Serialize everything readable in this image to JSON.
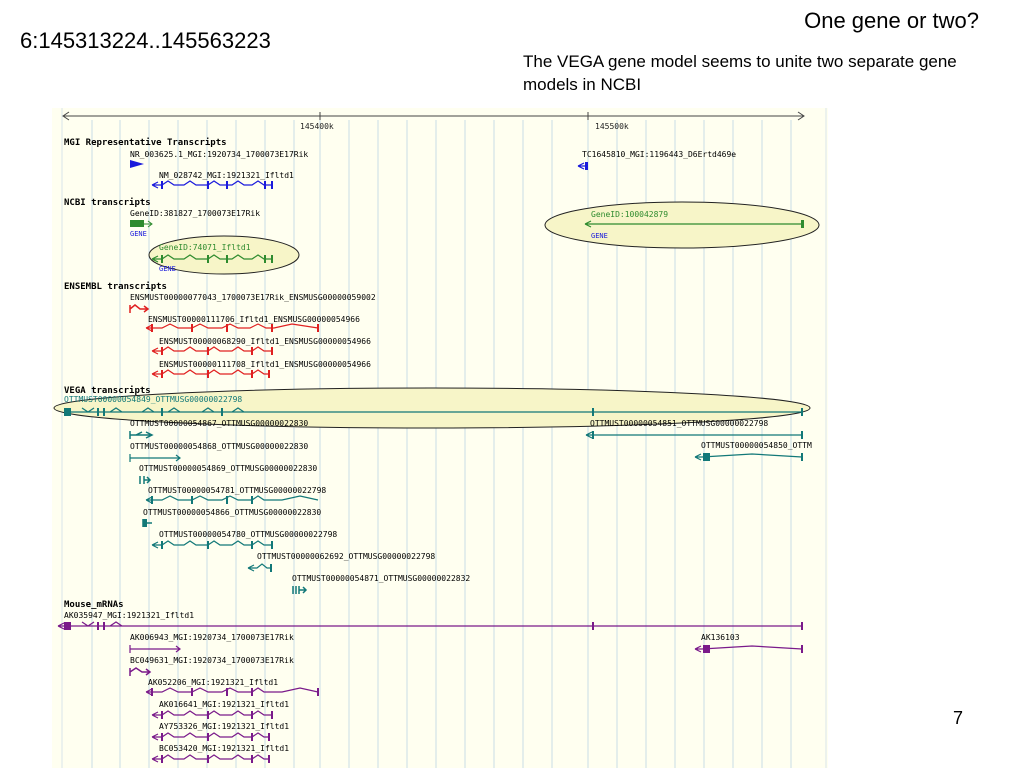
{
  "slide": {
    "title": "One gene or two?",
    "locus": "6:145313224..145563223",
    "note": "The VEGA gene model seems to unite two separate gene models in NCBI",
    "page_number": "7"
  },
  "ruler": {
    "ticks": [
      "145400k",
      "145500k"
    ]
  },
  "tracks": {
    "mgi": {
      "header": "MGI Representative Transcripts",
      "labels": [
        "NR_003625.1_MGI:1920734_1700073E17Rik",
        "NM_028742_MGI:1921321_Ifltd1",
        "TC1645810_MGI:1196443_D6Ertd469e"
      ]
    },
    "ncbi": {
      "header": "NCBI transcripts",
      "labels": [
        "GeneID:381827_1700073E17Rik",
        "GENE",
        "GeneID:74071_Ifltd1",
        "GENE",
        "GeneID:100042879",
        "GENE"
      ]
    },
    "ensembl": {
      "header": "ENSEMBL transcripts",
      "labels": [
        "ENSMUST00000077043_1700073E17Rik_ENSMUSG00000059002",
        "ENSMUST00000111706_Ifltd1_ENSMUSG00000054966",
        "ENSMUST00000068290_Ifltd1_ENSMUSG00000054966",
        "ENSMUST00000111708_Ifltd1_ENSMUSG00000054966"
      ]
    },
    "vega": {
      "header": "VEGA transcripts",
      "labels": [
        "OTTMUST00000054849_OTTMUSG00000022798",
        "OTTMUST00000054867_OTTMUSG00000022830",
        "OTTMUST00000054851_OTTMUSG00000022798",
        "OTTMUST00000054868_OTTMUSG00000022830",
        "OTTMUST00000054850_OTTM",
        "OTTMUST00000054869_OTTMUSG00000022830",
        "OTTMUST00000054781_OTTMUSG00000022798",
        "OTTMUST00000054866_OTTMUSG00000022830",
        "OTTMUST00000054780_OTTMUSG00000022798",
        "OTTMUST00000062692_OTTMUSG00000022798",
        "OTTMUST00000054871_OTTMUSG00000022832"
      ]
    },
    "mouse": {
      "header": "Mouse_mRNAs",
      "labels": [
        "AK035947_MGI:1921321_Ifltd1",
        "AK006943_MGI:1920734_1700073E17Rik",
        "AK136103",
        "BC049631_MGI:1920734_1700073E17Rik",
        "AK052206_MGI:1921321_Ifltd1",
        "AK016641_MGI:1921321_Ifltd1",
        "AY753326_MGI:1921321_Ifltd1",
        "BC053420_MGI:1921321_Ifltd1"
      ]
    }
  },
  "colors": {
    "mgi": "#1a1adc",
    "ncbi": "#2e8b2e",
    "ensembl": "#e02020",
    "vega": "#127878",
    "mouse": "#7a1a8a",
    "highlight_fill": "#f7f5c8",
    "grid": "#c8dce6",
    "panel": "#fffff0"
  }
}
